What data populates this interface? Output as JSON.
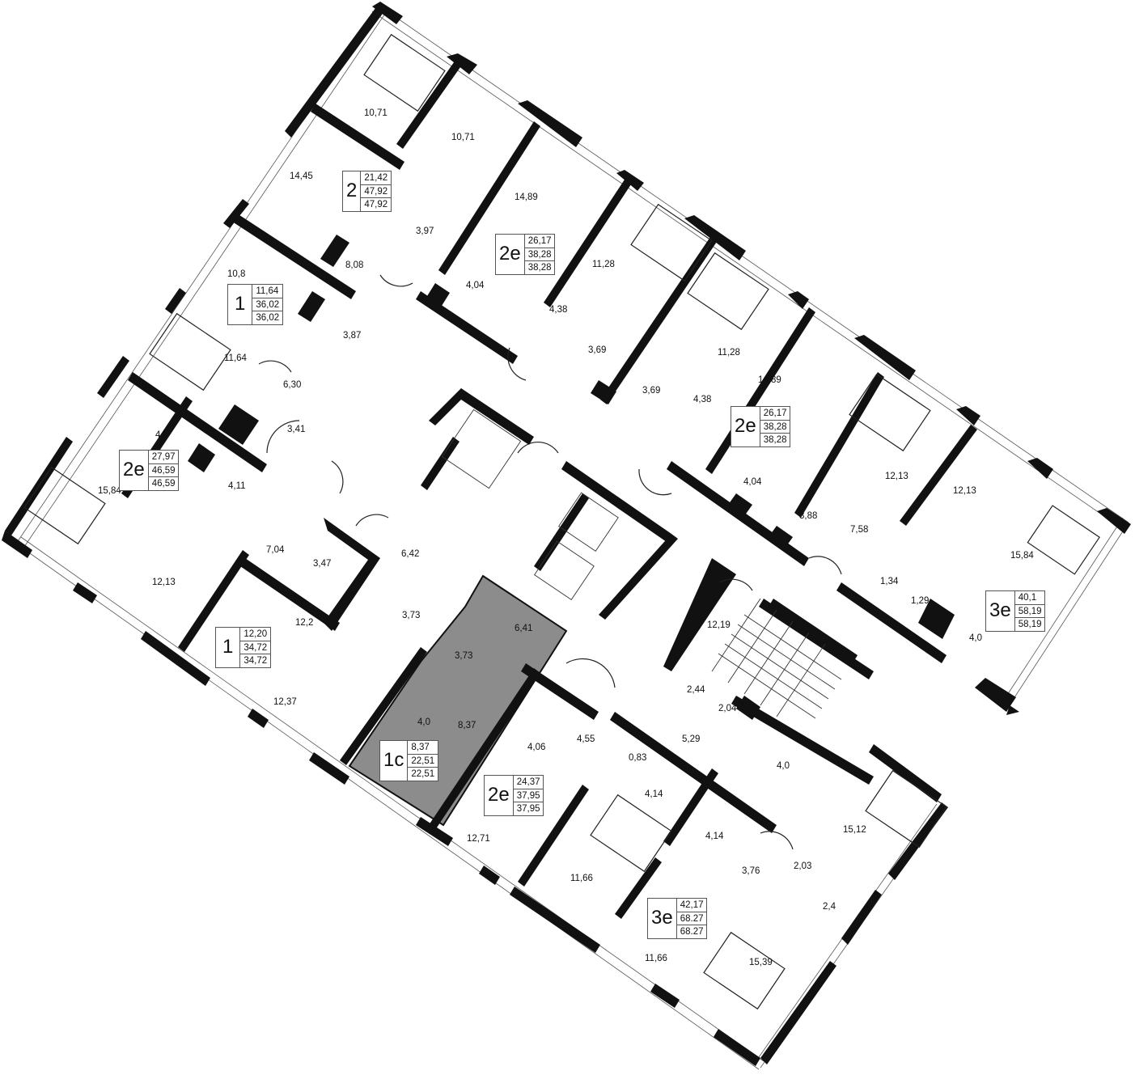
{
  "apartments": [
    {
      "id": "apt-2-top",
      "type": "2",
      "values": [
        "21,42",
        "47,92",
        "47,92"
      ]
    },
    {
      "id": "apt-2e-top",
      "type": "2е",
      "values": [
        "26,17",
        "38,28",
        "38,28"
      ]
    },
    {
      "id": "apt-1-left",
      "type": "1",
      "values": [
        "11,64",
        "36,02",
        "36,02"
      ]
    },
    {
      "id": "apt-2e-right",
      "type": "2е",
      "values": [
        "26,17",
        "38,28",
        "38,28"
      ]
    },
    {
      "id": "apt-2e-left",
      "type": "2е",
      "values": [
        "27,97",
        "46,59",
        "46,59"
      ]
    },
    {
      "id": "apt-3e-right",
      "type": "3е",
      "values": [
        "40,1",
        "58,19",
        "58,19"
      ]
    },
    {
      "id": "apt-1-lower",
      "type": "1",
      "values": [
        "12,20",
        "34,72",
        "34,72"
      ]
    },
    {
      "id": "apt-1c",
      "type": "1с",
      "values": [
        "8,37",
        "22,51",
        "22,51"
      ],
      "highlighted": true
    },
    {
      "id": "apt-2e-bottom",
      "type": "2е",
      "values": [
        "24,37",
        "37,95",
        "37,95"
      ]
    },
    {
      "id": "apt-3e-bottom",
      "type": "3е",
      "values": [
        "42,17",
        "68.27",
        "68.27"
      ]
    }
  ],
  "room_areas": [
    "10,71",
    "10,71",
    "14,45",
    "14,89",
    "3,97",
    "8,08",
    "10,8",
    "4,04",
    "11,28",
    "4,38",
    "3,87",
    "11,64",
    "3,69",
    "11,28",
    "6,30",
    "3,69",
    "4,38",
    "14,89",
    "3,41",
    "4,0",
    "12,13",
    "12,13",
    "4,11",
    "15,84",
    "4,04",
    "3,88",
    "7,58",
    "15,84",
    "6,42",
    "7,04",
    "3,47",
    "1,34",
    "1,29",
    "12,13",
    "3,73",
    "6,41",
    "12,19",
    "4,0",
    "12,2",
    "3,73",
    "2,44",
    "2,04",
    "12,37",
    "4,0",
    "8,37",
    "5,29",
    "4,06",
    "4,55",
    "0,83",
    "4,0",
    "4,14",
    "4,14",
    "15,12",
    "12,71",
    "11,66",
    "3,76",
    "2,03",
    "2,4",
    "11,66",
    "15,39"
  ],
  "colors": {
    "wall": "#111111",
    "highlight": "#8c8c8c",
    "background": "#ffffff"
  }
}
